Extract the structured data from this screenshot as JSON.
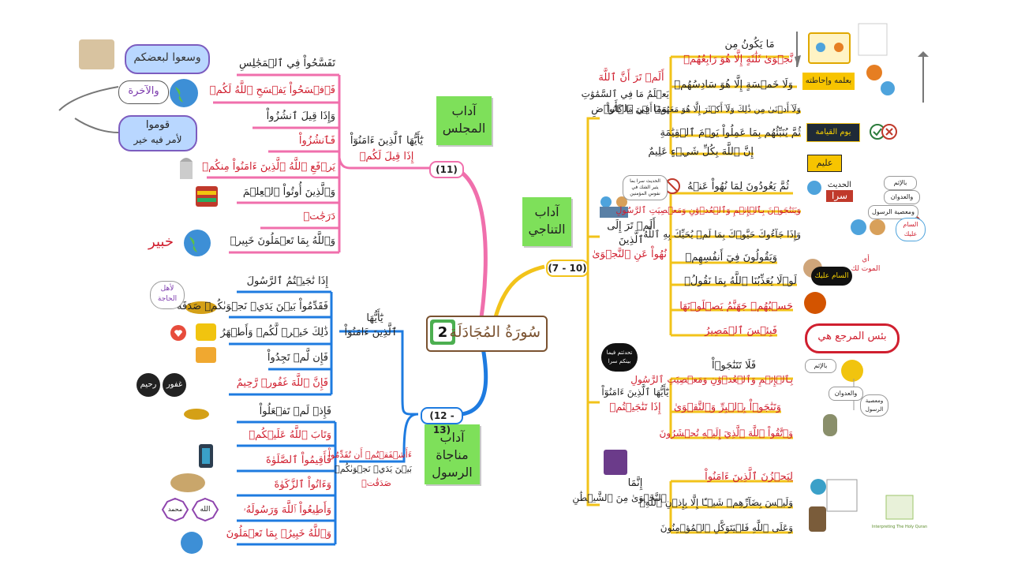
{
  "center": {
    "title": "سُورَةُ المُجَادَلَة",
    "number": "2"
  },
  "branches": {
    "majlis": {
      "note": "آداب المجلس",
      "range": "(11)",
      "trigger_line1": "يَٰٓأَيُّهَا ٱلَّذِينَ ءَامَنُوٓاْ",
      "trigger_line2": "إِذَا قِيلَ لَكُمۡ",
      "leaves": [
        {
          "text": "تَفَسَّحُواْ فِي ٱلۡمَجَٰلِسِ"
        },
        {
          "text": "فَٱفۡسَحُواْ يَفۡسَحِ ٱللَّهُ لَكُمۡ"
        },
        {
          "text": "وَإِذَا قِيلَ ٱنشُزُواْ"
        },
        {
          "text": "فَٱنشُزُواْ"
        },
        {
          "text": "يَرۡفَعِ ٱللَّهُ ٱلَّذِينَ ءَامَنُواْ مِنكُمۡ"
        },
        {
          "text": "وَٱلَّذِينَ أُوتُواْ ٱلۡعِلۡمَ"
        },
        {
          "text": "دَرَجَٰتٖ"
        },
        {
          "text": "وَٱللَّهُ بِمَا تَعۡمَلُونَ خَبِيرٞ"
        }
      ]
    },
    "rasul": {
      "note": "آداب مناجاة الرسول",
      "range": "(12 - 13)",
      "upper_trigger_line1": "يَٰٓأَيُّهَا",
      "upper_trigger_line2": "ٱلَّذِينَ ءَامَنُوٓاْ",
      "upper_leaves": [
        {
          "text": "إِذَا نَٰجَيۡتُمُ ٱلرَّسُولَ"
        },
        {
          "text": "فَقَدِّمُواْ بَيۡنَ يَدَيۡ نَجۡوَىٰكُمۡ صَدَقَةٗ"
        },
        {
          "text": "ذَٰلِكَ خَيۡرٞ لَّكُمۡ وَأَطۡهَرُ"
        },
        {
          "text": "فَإِن لَّمۡ تَجِدُواْ"
        },
        {
          "text": "فَإِنَّ ٱللَّهَ غَفُورٞ رَّحِيمٌ"
        }
      ],
      "lower_trigger_line1": "ءَأَشۡفَقۡتُمۡ أَن تُقَدِّمُواْ",
      "lower_trigger_line2": "بَيۡنَ يَدَيۡ نَجۡوَىٰكُمۡ",
      "lower_trigger_line3": "صَدَقَٰتٖ",
      "lower_leaves": [
        {
          "text": "فَإِذۡ لَمۡ تَفۡعَلُواْ"
        },
        {
          "text": "وَتَابَ ٱللَّهُ عَلَيۡكُمۡ"
        },
        {
          "text": "فَأَقِيمُواْ ٱلصَّلَوٰةَ"
        },
        {
          "text": "وَءَاتُواْ ٱلزَّكَوٰةَ"
        },
        {
          "text": "وَأَطِيعُواْ ٱللَّهَ وَرَسُولَهُۥ"
        },
        {
          "text": "وَٱللَّهُ خَبِيرُۢ بِمَا تَعۡمَلُونَ"
        }
      ]
    },
    "tanaji": {
      "note": "آداب التناجي",
      "range": "(7 - 10)",
      "g1_trigger_line1": "أَلَمۡ تَرَ أَنَّ ٱللَّهَ",
      "g1_trigger_line2": "يَعۡلَمُ مَا فِي ٱلسَّمَٰوَٰتِ",
      "g1_trigger_line3": "وَمَا فِي ٱلۡأَرۡضِ",
      "g1_head": "مَا يَكُونُ مِن",
      "g1_leaves": [
        {
          "text": "نَّجۡوَىٰ ثَلَٰثَةٍ إِلَّا هُوَ رَابِعُهُمۡ"
        },
        {
          "text": "وَلَا خَمۡسَةٍ إِلَّا هُوَ سَادِسُهُمۡ"
        },
        {
          "text": "وَلَآ أَدۡنَىٰ مِن ذَٰلِكَ وَلَآ أَكۡثَرَ إِلَّا هُوَ مَعَهُمۡ أَيۡنَ مَا كَانُواْ"
        },
        {
          "text": "ثُمَّ يُنَبِّئُهُم بِمَا عَمِلُواْ يَوۡمَ ٱلۡقِيَٰمَةِ"
        },
        {
          "text": "إِنَّ ٱللَّهَ بِكُلِّ شَيۡءٍ عَلِيمٌ"
        }
      ],
      "g2_trigger_line1": "أَلَمۡ تَرَ إِلَى",
      "g2_trigger_line2": "ٱلَّذِينَ",
      "g2_trigger_line3": "نُهُواْ عَنِ ٱلنَّجۡوَىٰ",
      "g2_leaves": [
        {
          "text": "ثُمَّ يَعُودُونَ لِمَا نُهُواْ عَنۡهُ"
        },
        {
          "text": "وَيَتَنَٰجَوۡنَ بِٱلۡإِثۡمِ وَٱلۡعُدۡوَٰنِ وَمَعۡصِيَتِ ٱلرَّسُولِ"
        },
        {
          "text": "وَإِذَا جَآءُوكَ حَيَّوۡكَ بِمَا لَمۡ يُحَيِّكَ بِهِ ٱللَّهُ"
        },
        {
          "text": "وَيَقُولُونَ فِيٓ أَنفُسِهِمۡ"
        },
        {
          "text": "لَوۡلَا يُعَذِّبُنَا ٱللَّهُ بِمَا نَقُولُۚ"
        },
        {
          "text": "حَسۡبُهُمۡ جَهَنَّمُ يَصۡلَوۡنَهَا"
        },
        {
          "text": "فَبِئۡسَ ٱلۡمَصِيرُ"
        }
      ],
      "g3_trigger_line1": "يَٰٓأَيُّهَا ٱلَّذِينَ ءَامَنُوٓاْ",
      "g3_trigger_line2": "إِذَا تَنَٰجَيۡتُمۡ",
      "g3_head": "فَلَا تَتَنَٰجَوۡاْ",
      "g3_leaves": [
        {
          "text": "بِٱلۡإِثۡمِ وَٱلۡعُدۡوَٰنِ وَمَعۡصِيَتِ ٱلرَّسُولِ"
        },
        {
          "text": "وَتَنَٰجَوۡاْ بِٱلۡبِرِّ وَٱلتَّقۡوَىٰ"
        },
        {
          "text": "وَٱتَّقُواْ ٱللَّهَ ٱلَّذِيٓ إِلَيۡهِ تُحۡشَرُونَ"
        }
      ],
      "g4_trigger_line1": "إِنَّمَا",
      "g4_trigger_line2": "ٱلنَّجۡوَىٰ مِنَ ٱلشَّيۡطَٰنِ",
      "g4_leaves": [
        {
          "text": "لِيَحۡزُنَ ٱلَّذِينَ ءَامَنُواْ"
        },
        {
          "text": "وَلَيۡسَ بِضَآرِّهِمۡ شَيۡـًٔا إِلَّا بِإِذۡنِ ٱللَّهِۚ"
        },
        {
          "text": "وَعَلَى ٱللَّهِ فَلۡيَتَوَكَّلِ ٱلۡمُؤۡمِنُونَ"
        }
      ]
    }
  },
  "decor": {
    "left_bubble_1": "وسعوا لبعضكم",
    "left_bubble_2": "والآخرة",
    "left_bubble_3a": "قوموا",
    "left_bubble_3b": "لأمر فيه خير",
    "khabeer": "خبير",
    "ahl_haja_1": "لأهل",
    "ahl_haja_2": "الحاجة",
    "ghafoor": "غفور",
    "raheem": "رحيم",
    "allah": "الله",
    "muhammad": "محمد",
    "bi_ilmihi": "بعلمه وإحاطته",
    "yawm_qiyama": "يوم القيامة",
    "aleem": "عليم",
    "sirr_1": "الحديث",
    "sirr_2": "سرا",
    "hadith_sirr_1": "الحديث سرا بما",
    "hadith_sirr_2": "يثير الشك في",
    "hadith_sirr_3": "نفوس المؤمنين",
    "bil_ithm": "بالإثم",
    "wal_udwan": "والعدوان",
    "masiyat_rasul": "ومعصية الرسول",
    "assam": "السام",
    "alaykum": "عليك",
    "mawt_1": "أي",
    "mawt_2": "الموت لك",
    "assam_alaykum": "السام عليك",
    "bi_sal_marji": "بئس المرجع هي",
    "tahaddithum_1": "تحدثتم فيما",
    "tahaddithum_2": "بينكم سرا",
    "bil_ithm_2": "بالإثم",
    "wal_udwan_2": "والعدوان",
    "masiya_2a": "ومعصية",
    "masiya_2b": "الرسول",
    "logo_line": "Interpreting The Holy Quran"
  },
  "colors": {
    "pink": "#f06fac",
    "blue": "#1e7be0",
    "yellow": "#f2c31a",
    "note": "#7ee05a",
    "red": "#d01f2f"
  }
}
